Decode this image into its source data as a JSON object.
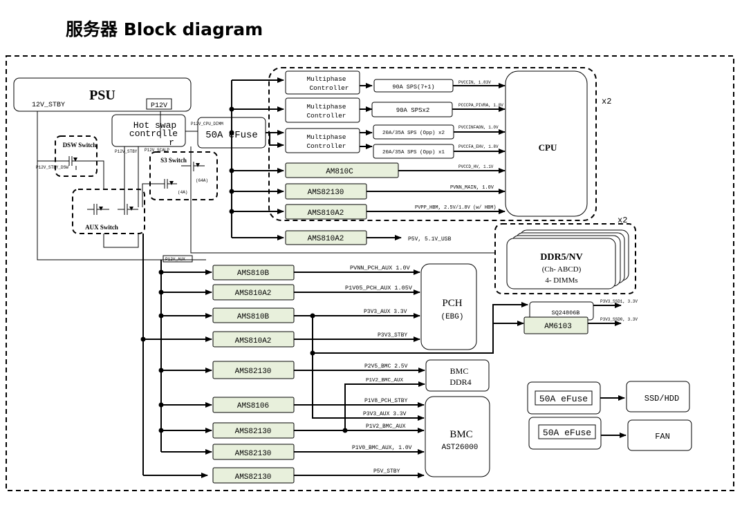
{
  "title": "服务器  Block diagram",
  "psu": {
    "label": "PSU",
    "stby": "12V_STBY",
    "p12v": "P12V"
  },
  "hotswap": {
    "line1": "Hot swap",
    "line2": "controlle",
    "line3": "r"
  },
  "efuse_main": "50A eFuse",
  "switches": {
    "dsw": "DSW Switch",
    "s3": "S3 Switch",
    "aux": "AUX Switch"
  },
  "small_labels": {
    "p12v_stby_dsw": "P12V_STBY_DSW",
    "p12v_stby": "P12V_STBY",
    "p12v_scalp": "P12V_SCALP",
    "p12v_cpu_dimm": "P12V_CPU_DIMM",
    "p12v_aux": "P12V_AUX",
    "amp64": "(64A)",
    "amp4": "(4A)"
  },
  "controllers": [
    {
      "line1": "Multiphase",
      "line2": "Controller",
      "sps": "90A SPS(7+1)",
      "rail": "PVCCIN, 1.83V"
    },
    {
      "line1": "Multiphase",
      "line2": "Controller",
      "sps": "90A SPSx2",
      "rail": "PCCCPA_PIVRA, 1.8V"
    },
    {
      "line1": "Multiphase",
      "line2": "Controller",
      "sps": "20A/35A SPS (Opp) x2",
      "rail": "PVCCINFAON, 1.0V"
    }
  ],
  "sps4": {
    "sps": "20A/35A SPS (Opp) x1",
    "rail": "PVCCFA_EHV, 1.8V"
  },
  "cpu_regs": [
    {
      "name": "AM810C",
      "rail": "PVCCD_HV, 1.1V"
    },
    {
      "name": "AMS82130",
      "rail": "PVNN_MAIN, 1.0V"
    },
    {
      "name": "AMS810A2",
      "rail": "PVPP_HBM, 2.5V/1.8V (w/ HBM)"
    }
  ],
  "usb_reg": {
    "name": "AMS810A2",
    "rail": "P5V, 5.1V_USB"
  },
  "cpu": {
    "label": "CPU",
    "count": "x2"
  },
  "ddr": {
    "line1": "DDR5/NV",
    "line2": "(Ch- ABCD)",
    "line3": "4- DIMMs",
    "count": "x2"
  },
  "aux_regs": [
    {
      "name": "AMS810B",
      "rail": "PVNN_PCH_AUX 1.0V"
    },
    {
      "name": "AMS810A2",
      "rail": "P1V05_PCH_AUX 1.05V"
    },
    {
      "name": "AMS810B",
      "rail": "P3V3_AUX  3.3V"
    },
    {
      "name": "AMS810A2",
      "rail": "P3V3_STBY"
    },
    {
      "name": "AMS82130",
      "rail": "P2V5_BMC 2.5V"
    },
    {
      "name": "AMS8106",
      "rail": "P1V8_PCH_STBY"
    },
    {
      "name": "AMS82130",
      "rail": "P1V2_BMC_AUX"
    },
    {
      "name": "AMS82130",
      "rail": "P1V0_BMC_AUX, 1.0V"
    },
    {
      "name": "AMS82130",
      "rail": "P5V_STBY"
    }
  ],
  "extra_rails": {
    "p1v2_bmc_aux": "P1V2_BMC_AUX",
    "p3v3_aux": "P3V3_AUX  3.3V"
  },
  "pch": {
    "label": "PCH",
    "sub": "(EBG)"
  },
  "bmc_ddr": {
    "line1": "BMC",
    "line2": "DDR4"
  },
  "bmc": {
    "line1": "BMC",
    "line2": "AST26000"
  },
  "ssd_regs": [
    {
      "name": "SQ24806B",
      "rail": "P3V3_SSD1, 3.3V"
    },
    {
      "name": "AM6103",
      "rail": "P3V3_SSD0, 3.3V"
    }
  ],
  "efuse_loads": [
    {
      "efuse": "50A eFuse",
      "load": "SSD/HDD"
    },
    {
      "efuse": "50A eFuse",
      "load": "FAN"
    }
  ]
}
